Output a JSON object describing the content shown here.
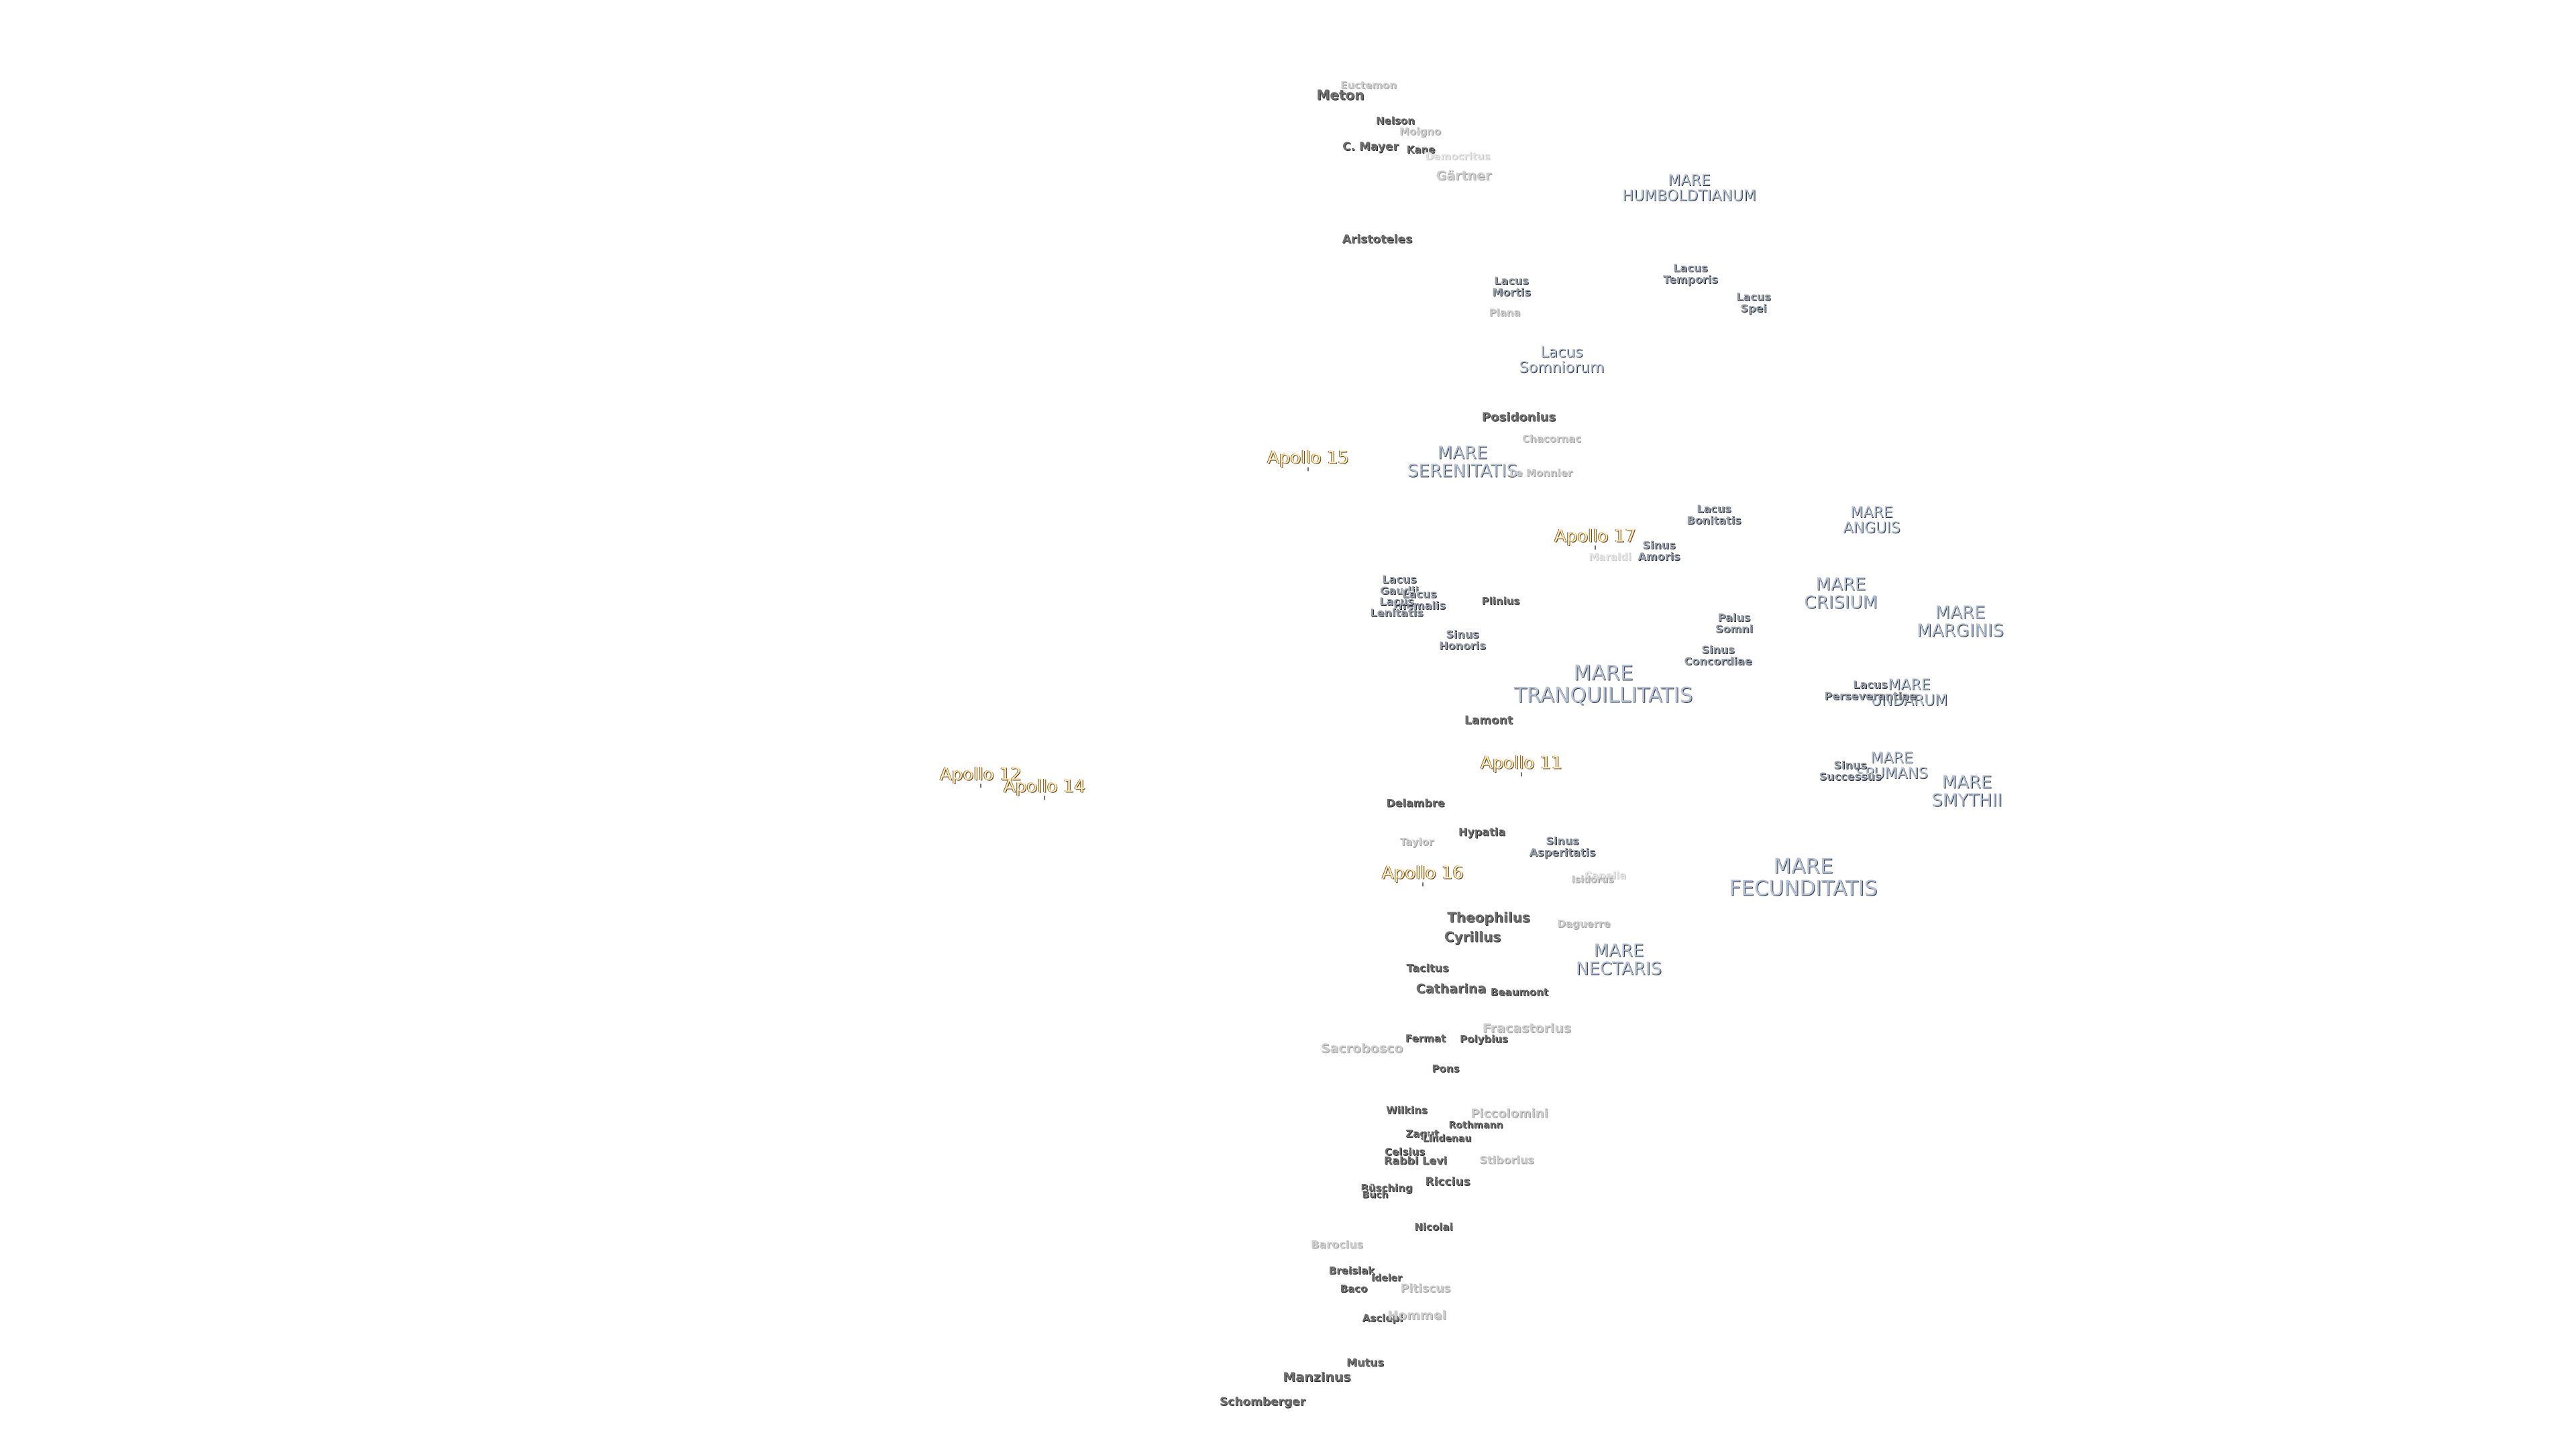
{
  "apollo_sites": [
    "Apollo 15",
    "Apollo 17",
    "Apollo 11",
    "Apollo 12",
    "Apollo 14",
    "Apollo 16"
  ],
  "maria": {
    "humboldtianum": "MARE\nHUMBOLDTIANUM",
    "serenitatis": "MARE\nSERENITATIS",
    "anguis": "MARE\nANGUIS",
    "crisium": "MARE\nCRISIUM",
    "marginis": "MARE\nMARGINIS",
    "tranquillitatis": "MARE\nTRANQUILLITATIS",
    "undarum": "MARE\nUNDARUM",
    "spumans": "MARE\nSPUMANS",
    "smythii": "MARE\nSMYTHII",
    "fecunditatis": "MARE\nFECUNDITATIS",
    "nectaris": "MARE\nNECTARIS"
  },
  "lakes_and_bays": {
    "lacus_mortis": "Lacus\nMortis",
    "lacus_temporis": "Lacus\nTemporis",
    "lacus_spei": "Lacus\nSpei",
    "lacus_somniorum": "Lacus\nSomniorum",
    "lacus_bonitatis": "Lacus\nBonitatis",
    "sinus_amoris": "Sinus\nAmoris",
    "lacus_gaudii": "Lacus\nGaudii",
    "lacus_hiemalis": "Lacus\nHiemalis",
    "lacus_lenitatis": "Lacus\nLenitatis",
    "sinus_honoris": "Sinus\nHonoris",
    "palus_somni": "Palus\nSomni",
    "sinus_concordiae": "Sinus\nConcordiae",
    "lacus_perseverantiae": "Lacus\nPerseverantiae",
    "sinus_successus": "Sinus\nSuccessus",
    "sinus_asperitatis": "Sinus\nAsperitatis"
  },
  "craters": {
    "euctemon": "Euctemon",
    "meton": "Meton",
    "nelson": "Nelson",
    "moigno": "Moigno",
    "c_mayer": "C. Mayer",
    "kane": "Kane",
    "democritus": "Democritus",
    "gartner": "Gärtner",
    "aristoteles": "Aristoteles",
    "plana": "Plana",
    "posidonius": "Posidonius",
    "chacornac": "Chacornac",
    "le_monnier": "Le Monnier",
    "plinius": "Plinius",
    "maraldi": "Maraldi",
    "lamont": "Lamont",
    "delambre": "Delambre",
    "hypatia": "Hypatia",
    "taylor": "Taylor",
    "isidorus": "Isidorus",
    "capella": "Capella",
    "theophilus": "Theophilus",
    "cyrillus": "Cyrillus",
    "daguerre": "Daguerre",
    "tacitus": "Tacitus",
    "catharina": "Catharina",
    "beaumont": "Beaumont",
    "fracastorius": "Fracastorius",
    "sacrobosco": "Sacrobosco",
    "fermat": "Fermat",
    "polybius": "Polybius",
    "pons": "Pons",
    "wilkins": "Wilkins",
    "piccolomini": "Piccolomini",
    "rothmann": "Rothmann",
    "zagut": "Zagut",
    "lindenau": "Lindenau",
    "celsius": "Celsius",
    "rabbi_levi": "Rabbi Levi",
    "stiborius": "Stiborius",
    "riccius": "Riccius",
    "busching": "Büsching",
    "buch": "Buch",
    "nicolai": "Nicolai",
    "barocius": "Barocius",
    "breislak": "Breislak",
    "ideler": "Ideler",
    "baco": "Baco",
    "pitiscus": "Pitiscus",
    "asclepi": "Asclepi",
    "hommel": "Hommel",
    "mutus": "Mutus",
    "manzinus": "Manzinus",
    "schomberger": "Schomberger"
  }
}
